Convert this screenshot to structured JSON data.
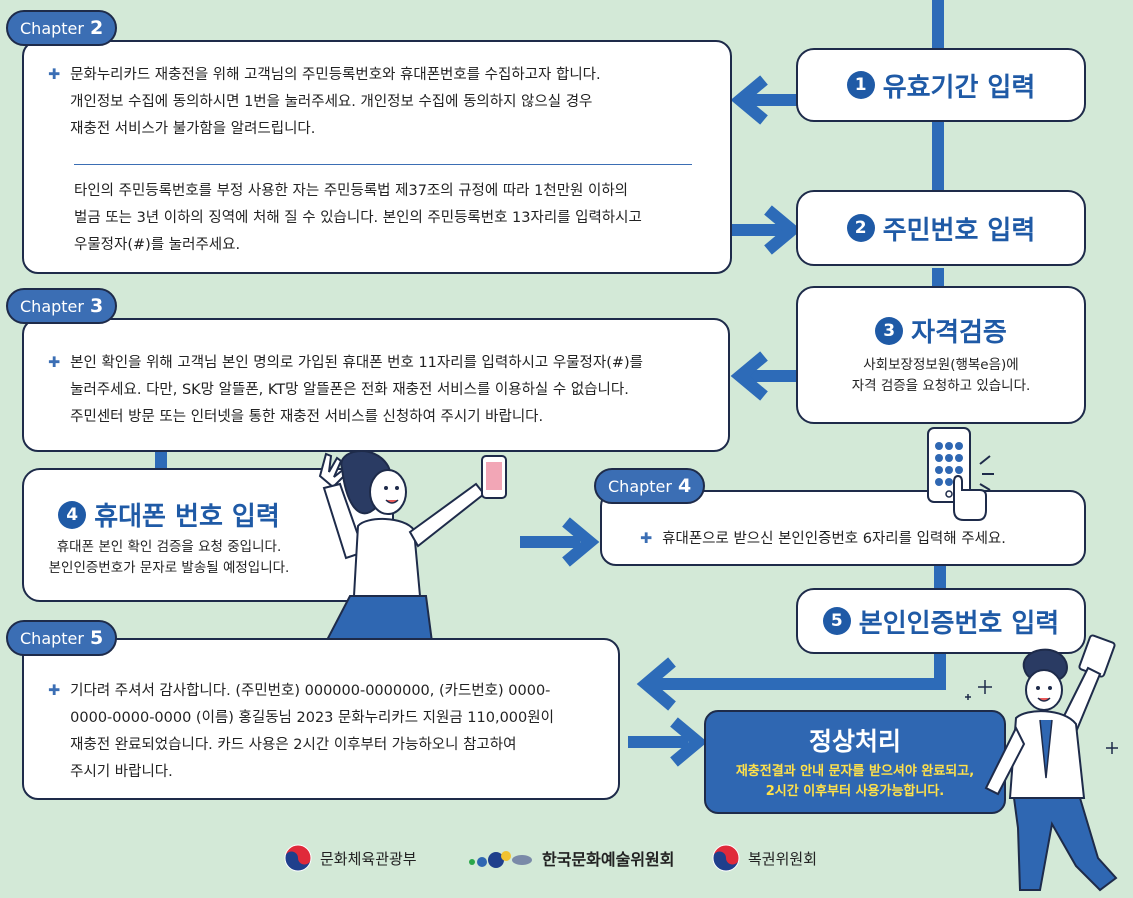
{
  "chapter2": {
    "tag_label": "Chapter",
    "tag_num": "2",
    "lines_a": [
      "문화누리카드 재충전을 위해 고객님의 주민등록번호와 휴대폰번호를 수집하고자 합니다.",
      "개인정보 수집에 동의하시면 1번을 눌러주세요. 개인정보 수집에 동의하지 않으실 경우",
      "재충전 서비스가 불가함을 알려드립니다."
    ],
    "lines_b": [
      "타인의 주민등록번호를 부정 사용한 자는 주민등록법 제37조의 규정에 따라 1천만원 이하의",
      "벌금 또는 3년 이하의 징역에 처해 질 수 있습니다. 본인의 주민등록번호 13자리를 입력하시고",
      "우물정자(#)를 눌러주세요."
    ]
  },
  "chapter3": {
    "tag_label": "Chapter",
    "tag_num": "3",
    "lines": [
      "본인 확인을 위해 고객님 본인 명의로 가입된 휴대폰 번호 11자리를 입력하시고 우물정자(#)를",
      "눌러주세요. 다만, SK망 알뜰폰, KT망 알뜰폰은 전화 재충전 서비스를 이용하실 수 없습니다.",
      "주민센터 방문 또는 인터넷을 통한 재충전 서비스를 신청하여 주시기 바랍니다."
    ]
  },
  "chapter4": {
    "tag_label": "Chapter",
    "tag_num": "4",
    "line": "휴대폰으로 받으신 본인인증번호 6자리를 입력해 주세요."
  },
  "chapter5": {
    "tag_label": "Chapter",
    "tag_num": "5",
    "lines": [
      "기다려 주셔서 감사합니다. (주민번호) 000000-0000000, (카드번호) 0000-",
      "0000-0000-0000 (이름) 홍길동님 2023 문화누리카드 지원금 110,000원이",
      "재충전 완료되었습니다. 카드 사용은 2시간 이후부터 가능하오니 참고하여",
      "주시기 바랍니다."
    ]
  },
  "steps": {
    "s1": {
      "num": "1",
      "title": "유효기간 입력"
    },
    "s2": {
      "num": "2",
      "title": "주민번호 입력"
    },
    "s3": {
      "num": "3",
      "title": "자격검증",
      "sub": [
        "사회보장정보원(행복e음)에",
        "자격 검증을 요청하고 있습니다."
      ]
    },
    "s4": {
      "num": "4",
      "title": "휴대폰 번호 입력",
      "sub": [
        "휴대폰 본인 확인 검증을 요청 중입니다.",
        "본인인증번호가 문자로 발송될 예정입니다."
      ]
    },
    "s5": {
      "num": "5",
      "title": "본인인증번호 입력"
    },
    "final": {
      "title": "정상처리",
      "sub": [
        "재충전결과 안내 문자를 받으셔야 완료되고,",
        "2시간 이후부터 사용가능합니다."
      ]
    }
  },
  "bullet_symbol": "✚",
  "footer": {
    "org1": "문화체육관광부",
    "org2": "한국문화예술위원회",
    "org3": "복권위원회"
  },
  "colors": {
    "background": "#d3e9d7",
    "primary_blue": "#1f5aa6",
    "tag_blue": "#3b6eb4",
    "border_navy": "#1e2b4a",
    "final_text_yellow": "#ffe14a"
  }
}
